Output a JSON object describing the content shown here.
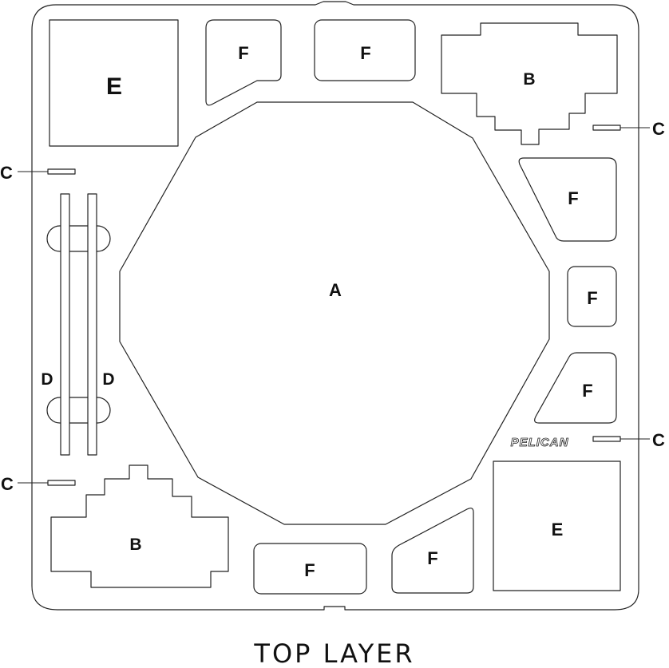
{
  "title": "TOP LAYER",
  "brand": "PELICAN",
  "labels": {
    "a": "A",
    "b": "B",
    "c": "C",
    "d": "D",
    "e": "E",
    "f": "F"
  }
}
